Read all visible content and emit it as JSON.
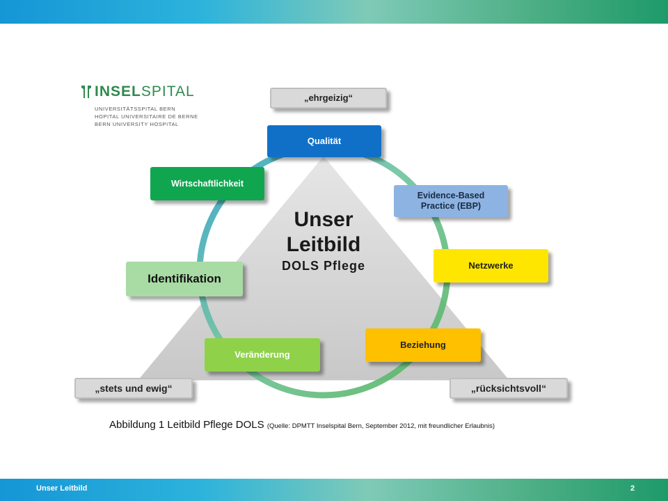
{
  "footer": {
    "title": "Unser Leitbild",
    "page": "2"
  },
  "logo": {
    "word_bold": "INSEL",
    "word_light": "SPITAL",
    "lines": [
      "UNIVERSITÄTSSPITAL BERN",
      "HOPITAL UNIVERSITAIRE DE BERNE",
      "BERN UNIVERSITY HOSPITAL"
    ]
  },
  "center": {
    "line1": "Unser",
    "line2": "Leitbild",
    "line3": "DOLS Pflege"
  },
  "corners": {
    "top": "„ehrgeizig“",
    "left": "„stets und ewig“",
    "right": "„rücksichtsvoll“"
  },
  "values": {
    "qualitaet": "Qualität",
    "wirtschaftlichkeit": "Wirtschaftlichkeit",
    "ebp": "Evidence-Based Practice (EBP)",
    "netzwerke": "Netzwerke",
    "identifikation": "Identifikation",
    "veraenderung": "Veränderung",
    "beziehung": "Beziehung"
  },
  "colors": {
    "qualitaet": "#1070c8",
    "wirtschaftlichkeit": "#10a650",
    "ebp": "#8db3e2",
    "netzwerke": "#ffe600",
    "identifikation": "#a9dba5",
    "veraenderung": "#8fd24a",
    "beziehung": "#ffc000",
    "corner": "#d9d9d9"
  },
  "caption": {
    "main": "Abbildung 1 Leitbild Pflege DOLS ",
    "source": "(Quelle: DPMTT Inselspital Bern, September 2012, mit freundlicher Erlaubnis)"
  }
}
